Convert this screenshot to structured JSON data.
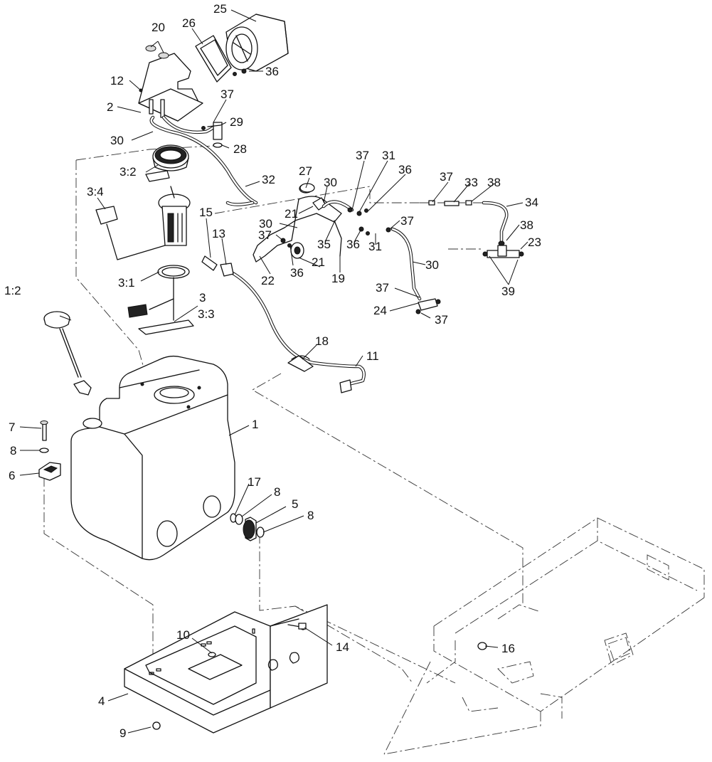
{
  "callouts": [
    {
      "text": "25"
    },
    {
      "text": "20"
    },
    {
      "text": "26"
    },
    {
      "text": "36"
    },
    {
      "text": "12"
    },
    {
      "text": "37"
    },
    {
      "text": "2"
    },
    {
      "text": "29"
    },
    {
      "text": "30"
    },
    {
      "text": "28"
    },
    {
      "text": "3:2"
    },
    {
      "text": "27"
    },
    {
      "text": "32"
    },
    {
      "text": "30"
    },
    {
      "text": "37"
    },
    {
      "text": "31"
    },
    {
      "text": "36"
    },
    {
      "text": "37"
    },
    {
      "text": "33"
    },
    {
      "text": "38"
    },
    {
      "text": "34"
    },
    {
      "text": "3:4"
    },
    {
      "text": "15"
    },
    {
      "text": "21"
    },
    {
      "text": "30"
    },
    {
      "text": "13"
    },
    {
      "text": "37"
    },
    {
      "text": "35"
    },
    {
      "text": "36"
    },
    {
      "text": "31"
    },
    {
      "text": "37"
    },
    {
      "text": "38"
    },
    {
      "text": "23"
    },
    {
      "text": "22"
    },
    {
      "text": "36"
    },
    {
      "text": "21"
    },
    {
      "text": "19"
    },
    {
      "text": "30"
    },
    {
      "text": "3:1"
    },
    {
      "text": "39"
    },
    {
      "text": "37"
    },
    {
      "text": "1:2"
    },
    {
      "text": "3"
    },
    {
      "text": "3:3"
    },
    {
      "text": "24"
    },
    {
      "text": "37"
    },
    {
      "text": "18"
    },
    {
      "text": "11"
    },
    {
      "text": "1"
    },
    {
      "text": "7"
    },
    {
      "text": "8"
    },
    {
      "text": "6"
    },
    {
      "text": "17"
    },
    {
      "text": "8"
    },
    {
      "text": "5"
    },
    {
      "text": "8"
    },
    {
      "text": "10"
    },
    {
      "text": "14"
    },
    {
      "text": "16"
    },
    {
      "text": "4"
    },
    {
      "text": "9"
    }
  ]
}
